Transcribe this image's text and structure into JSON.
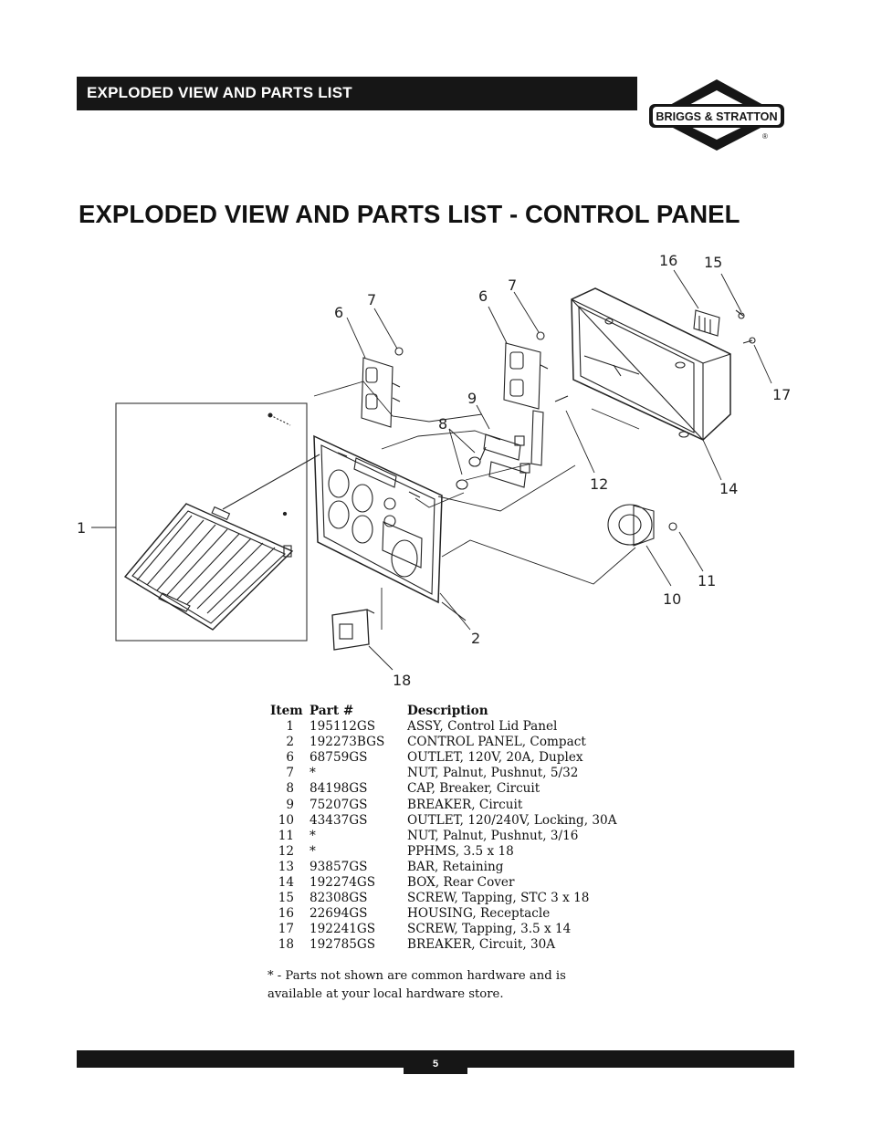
{
  "header": {
    "section_title": "EXPLODED VIEW AND PARTS LIST"
  },
  "logo": {
    "brand_text": "BRIGGS & STRATTON",
    "registered_mark": "®"
  },
  "page_title": "EXPLODED VIEW AND PARTS LIST - CONTROL PANEL",
  "diagram": {
    "callouts": [
      "1",
      "2",
      "6",
      "7",
      "6",
      "7",
      "8",
      "9",
      "10",
      "11",
      "12",
      "14",
      "15",
      "16",
      "17",
      "18"
    ]
  },
  "parts_table": {
    "headers": {
      "item": "Item",
      "part": "Part #",
      "description": "Description"
    },
    "rows": [
      {
        "item": "1",
        "part": "195112GS",
        "description": "ASSY, Control Lid Panel"
      },
      {
        "item": "2",
        "part": "192273BGS",
        "description": "CONTROL PANEL, Compact"
      },
      {
        "item": "6",
        "part": "68759GS",
        "description": "OUTLET, 120V, 20A, Duplex"
      },
      {
        "item": "7",
        "part": "*",
        "description": "NUT, Palnut, Pushnut, 5/32"
      },
      {
        "item": "8",
        "part": "84198GS",
        "description": "CAP, Breaker, Circuit"
      },
      {
        "item": "9",
        "part": "75207GS",
        "description": "BREAKER, Circuit"
      },
      {
        "item": "10",
        "part": "43437GS",
        "description": "OUTLET, 120/240V, Locking, 30A"
      },
      {
        "item": "11",
        "part": "*",
        "description": "NUT, Palnut, Pushnut, 3/16"
      },
      {
        "item": "12",
        "part": "*",
        "description": "PPHMS, 3.5 x 18"
      },
      {
        "item": "13",
        "part": "93857GS",
        "description": "BAR, Retaining"
      },
      {
        "item": "14",
        "part": "192274GS",
        "description": "BOX, Rear Cover"
      },
      {
        "item": "15",
        "part": "82308GS",
        "description": "SCREW, Tapping, STC 3 x 18"
      },
      {
        "item": "16",
        "part": "22694GS",
        "description": "HOUSING, Receptacle"
      },
      {
        "item": "17",
        "part": "192241GS",
        "description": "SCREW, Tapping, 3.5 x 14"
      },
      {
        "item": "18",
        "part": "192785GS",
        "description": "BREAKER, Circuit, 30A"
      }
    ]
  },
  "footnote": "* - Parts not shown are common hardware and is available at your local hardware store.",
  "footer": {
    "page_number": "5"
  }
}
